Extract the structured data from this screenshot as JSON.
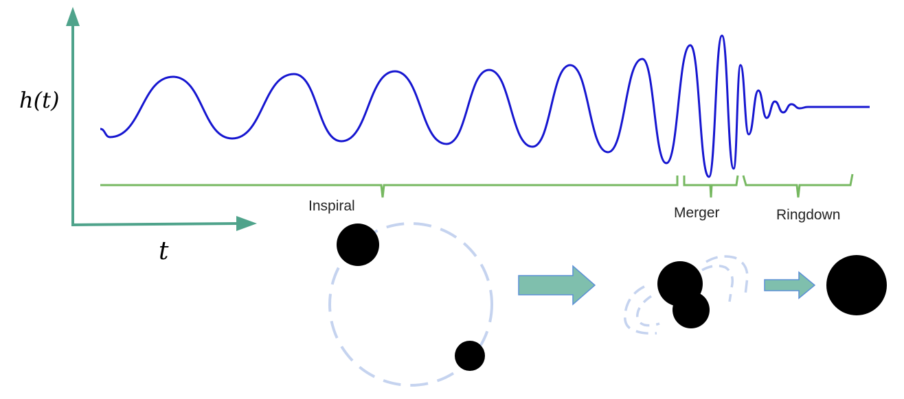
{
  "axes": {
    "y_label": "h(t)",
    "x_label": "t",
    "color": "#4fa38b"
  },
  "waveform": {
    "color": "#1616d0"
  },
  "phases": {
    "color": "#76b860",
    "items": [
      {
        "label": "Inspiral"
      },
      {
        "label": "Merger"
      },
      {
        "label": "Ringdown"
      }
    ]
  },
  "illustration": {
    "orbit_color": "#c5d3ef",
    "arrow_fill": "#7fbfad",
    "arrow_stroke": "#5b8fd6",
    "body_color": "#000000"
  }
}
